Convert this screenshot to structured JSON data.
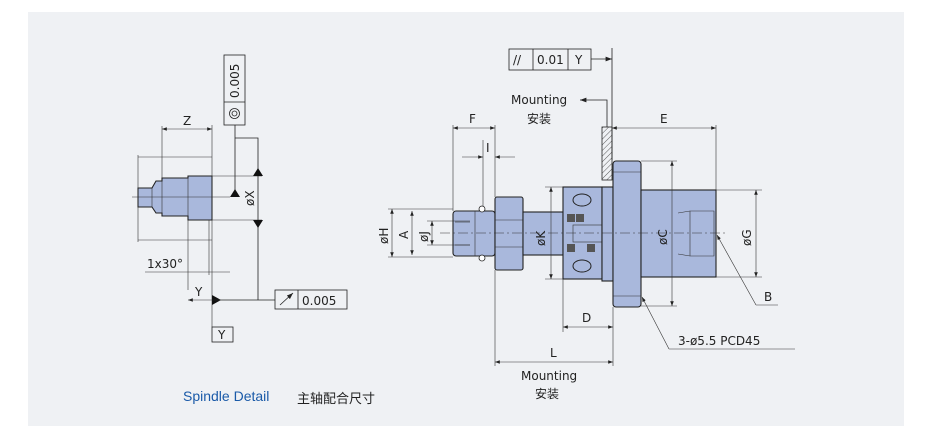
{
  "caption": {
    "title": "Spindle Detail",
    "title_zh": "主轴配合尺寸"
  },
  "left_view": {
    "dim_z": "Z",
    "dim_x": "øX",
    "dim_y": "Y",
    "chamfer": "1x30°",
    "concentricity_tol": "0.005",
    "runout_tol": "0.005",
    "datum": "Y"
  },
  "right_view": {
    "parallel_symbol": "//",
    "parallel_tol": "0.01",
    "parallel_datum": "Y",
    "mounting_top": "Mounting",
    "mounting_top_zh": "安装",
    "mounting_bottom": "Mounting",
    "mounting_bottom_zh": "安装",
    "dim_e": "E",
    "dim_f": "F",
    "dim_i": "I",
    "dim_h": "øH",
    "dim_a": "A",
    "dim_j": "øJ",
    "dim_k": "øK",
    "dim_c": "øC",
    "dim_g": "øG",
    "dim_d": "D",
    "dim_l": "L",
    "label_b": "B",
    "holes": "3-ø5.5 PCD45"
  },
  "colors": {
    "part_fill": "#a9b8dc",
    "caption_blue": "#1a5aa8"
  }
}
